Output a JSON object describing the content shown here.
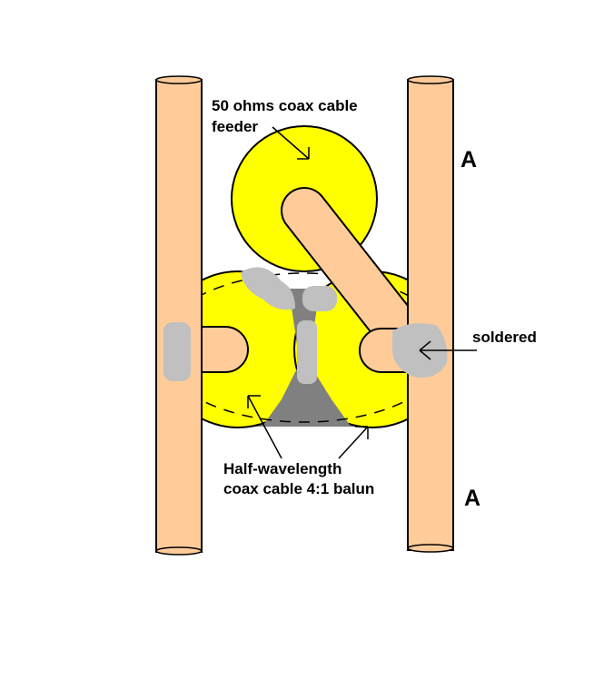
{
  "labels": {
    "feeder_line1": "50 ohms coax cable",
    "feeder_line2": "feeder",
    "element_a_top": "A",
    "element_a_bottom": "A",
    "soldered": "soldered",
    "balun_line1": "Half-wavelength",
    "balun_line2": "coax cable 4:1 balun"
  },
  "colors": {
    "pole": "#FFCC99",
    "coax": "#FFFF00",
    "shield": "#808080",
    "solder": "#C0C0C0"
  }
}
